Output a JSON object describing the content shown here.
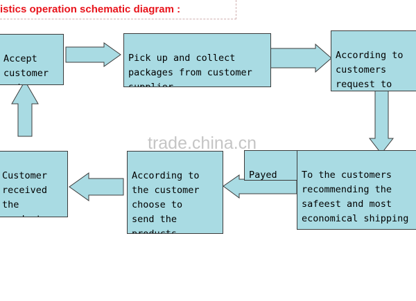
{
  "title": "istics operation schematic diagram :",
  "watermark": "trade.china.cn",
  "boxes": {
    "accept": "Accept\ncustomer\norders",
    "pickup": "Pick up and collect\npackages from customer\nsupplier",
    "packing": "According to\ncustomers\nrequest to\npacking produ",
    "recommend": "To the customers\nrecommending the\nsafeest and most\neconomical shipping\nways",
    "payed": "Payed",
    "send": "According to\nthe customer\nchoose to\nsend the\nproducts",
    "received": "Customer\nreceived\nthe\nproducts"
  },
  "colors": {
    "box_fill": "#a9dbe3",
    "title": "#e8141c",
    "border": "#3b3b3b"
  }
}
